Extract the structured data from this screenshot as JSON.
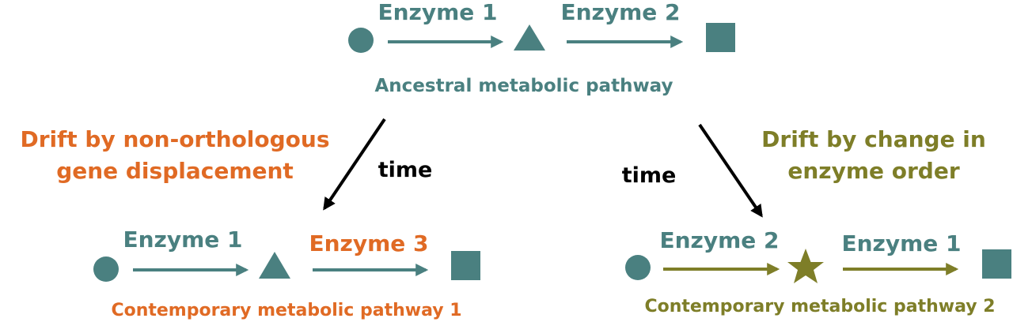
{
  "colors": {
    "teal": "#4a8080",
    "orange": "#e06a24",
    "olive": "#7e7e28",
    "black": "#000000"
  },
  "ancestral": {
    "enzyme_a": "Enzyme 1",
    "enzyme_b": "Enzyme 2",
    "caption": "Ancestral metabolic pathway"
  },
  "drift_left": {
    "line1": "Drift by non-orthologous",
    "line2": "gene displacement",
    "time": "time"
  },
  "drift_right": {
    "line1": "Drift by change in",
    "line2": "enzyme order",
    "time": "time"
  },
  "pathway1": {
    "enzyme_a": "Enzyme 1",
    "enzyme_b": "Enzyme 3",
    "caption": "Contemporary metabolic pathway 1"
  },
  "pathway2": {
    "enzyme_a": "Enzyme 2",
    "enzyme_b": "Enzyme 1",
    "caption": "Contemporary metabolic pathway 2"
  }
}
